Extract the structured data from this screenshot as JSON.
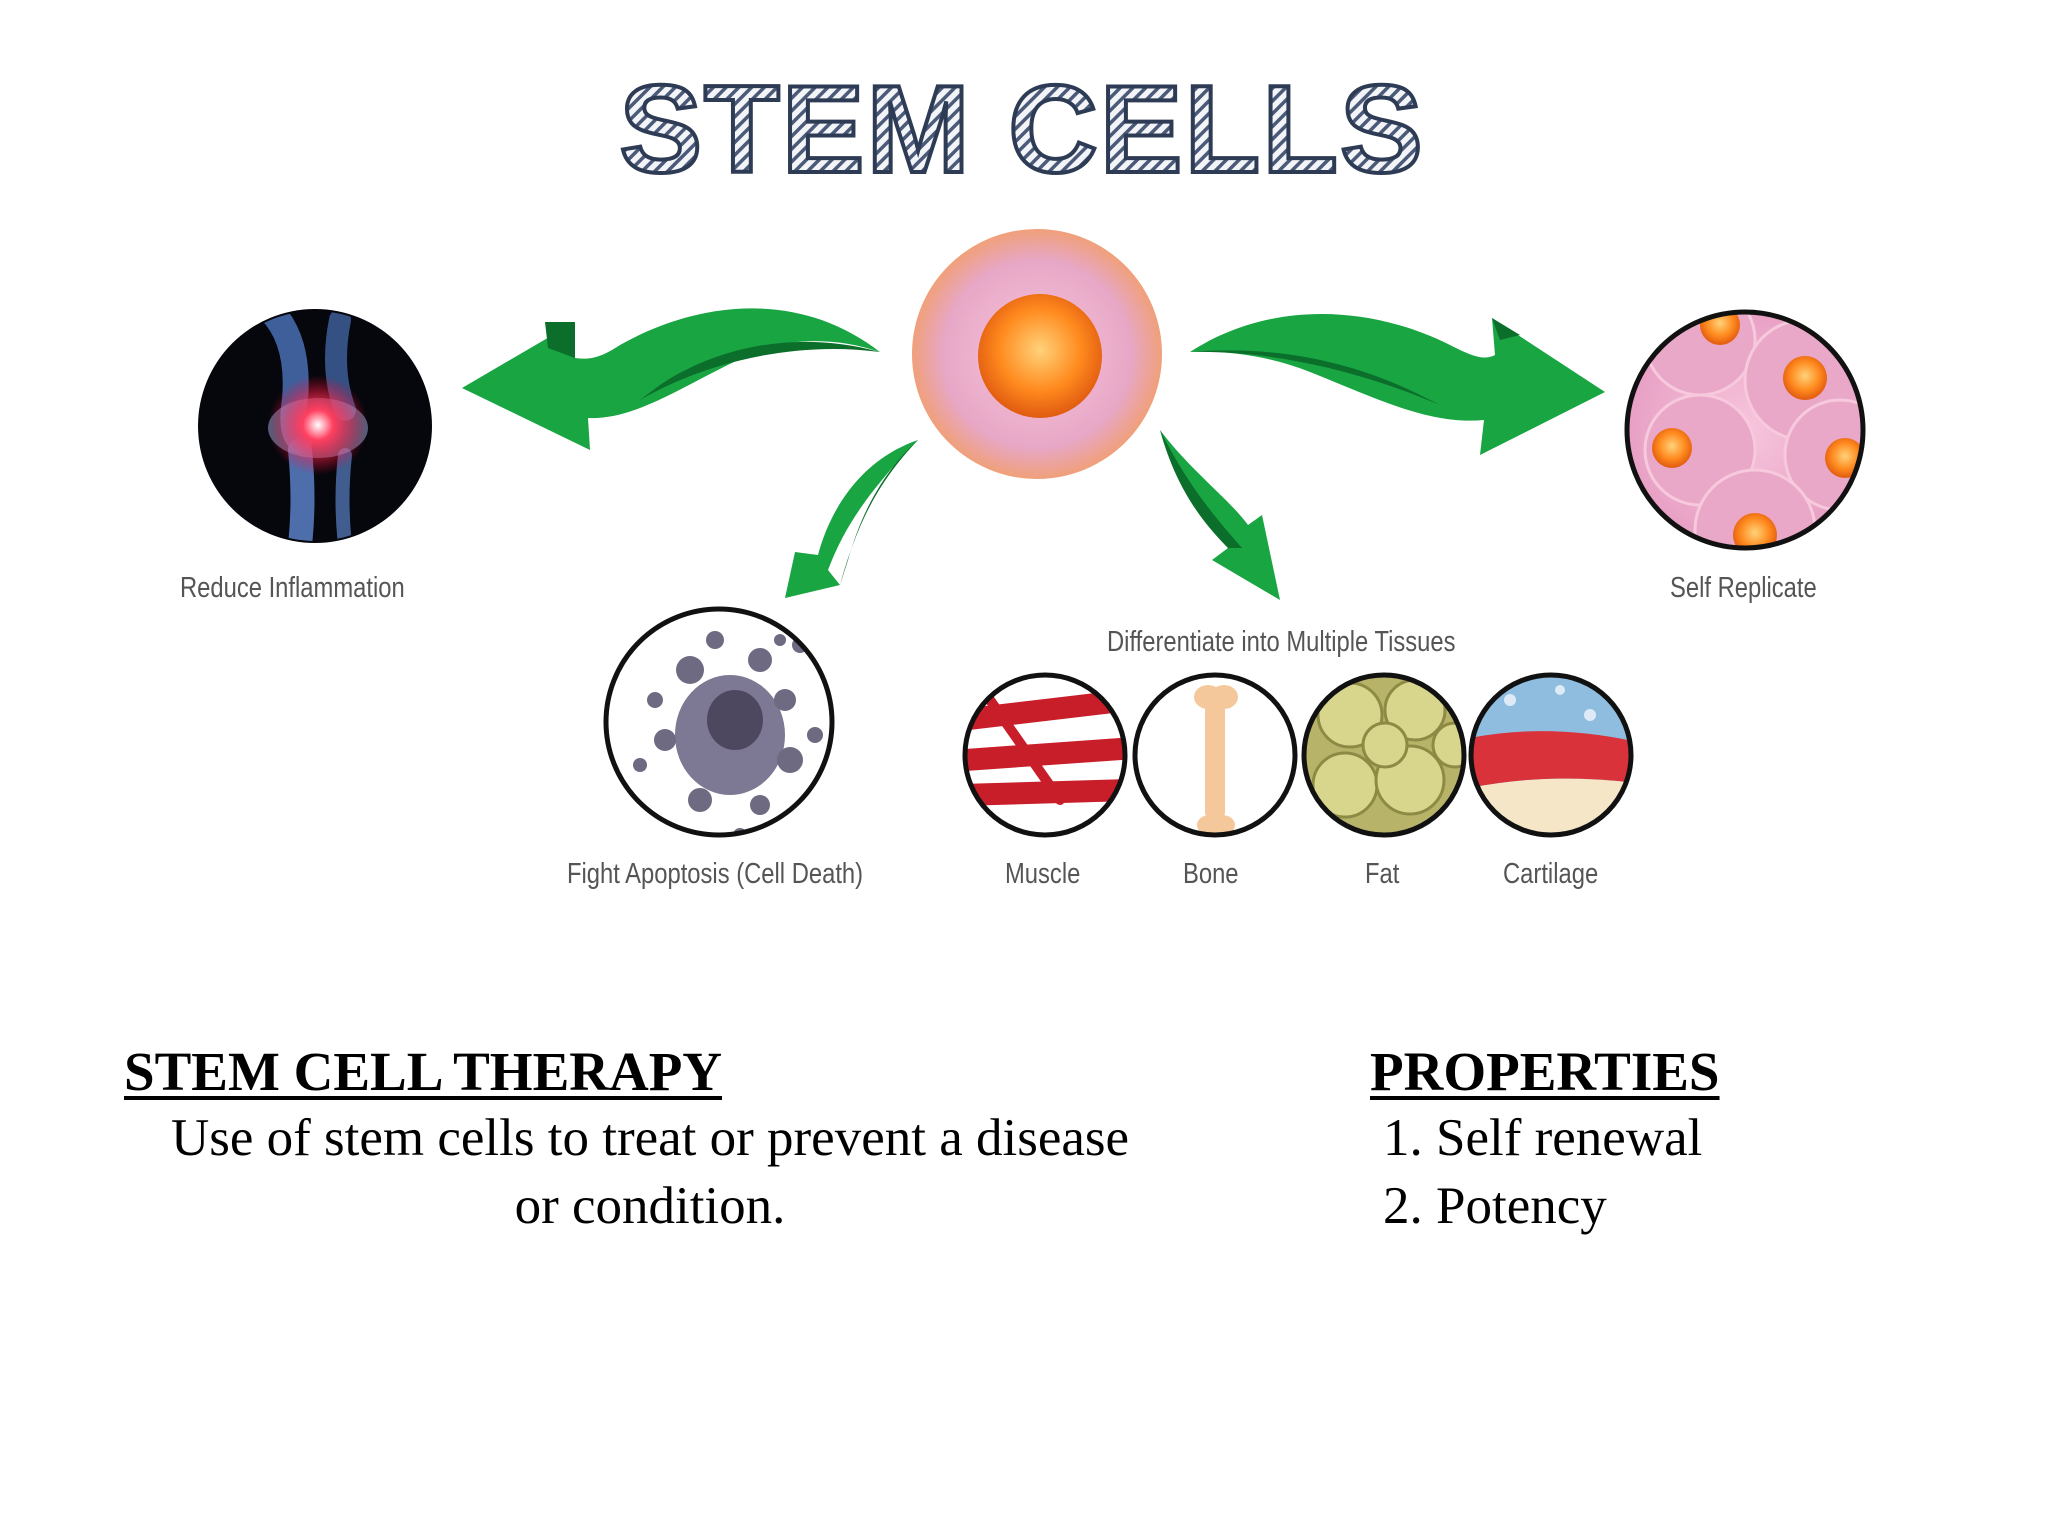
{
  "title": "STEM CELLS",
  "diagram": {
    "labels": {
      "inflammation": "Reduce Inflammation",
      "apoptosis": "Fight Apoptosis (Cell Death)",
      "differentiate": "Differentiate into Multiple Tissues",
      "muscle": "Muscle",
      "bone": "Bone",
      "fat": "Fat",
      "cartilage": "Cartilage",
      "replicate": "Self Replicate"
    },
    "colors": {
      "arrow": "#14a03c",
      "arrow_dark": "#0a6e28",
      "cell_outer": "#e8a6c4",
      "cell_nucleus": "#ff8a1e",
      "muscle": "#d42a2a",
      "fat": "#c7c77a",
      "cartilage": "#4d8fc7"
    }
  },
  "therapy": {
    "heading": "STEM CELL THERAPY",
    "line1": "Use of stem cells to treat or prevent a disease",
    "line2": "or condition."
  },
  "properties": {
    "heading": "PROPERTIES",
    "items": [
      "1. Self renewal",
      "2. Potency"
    ]
  }
}
